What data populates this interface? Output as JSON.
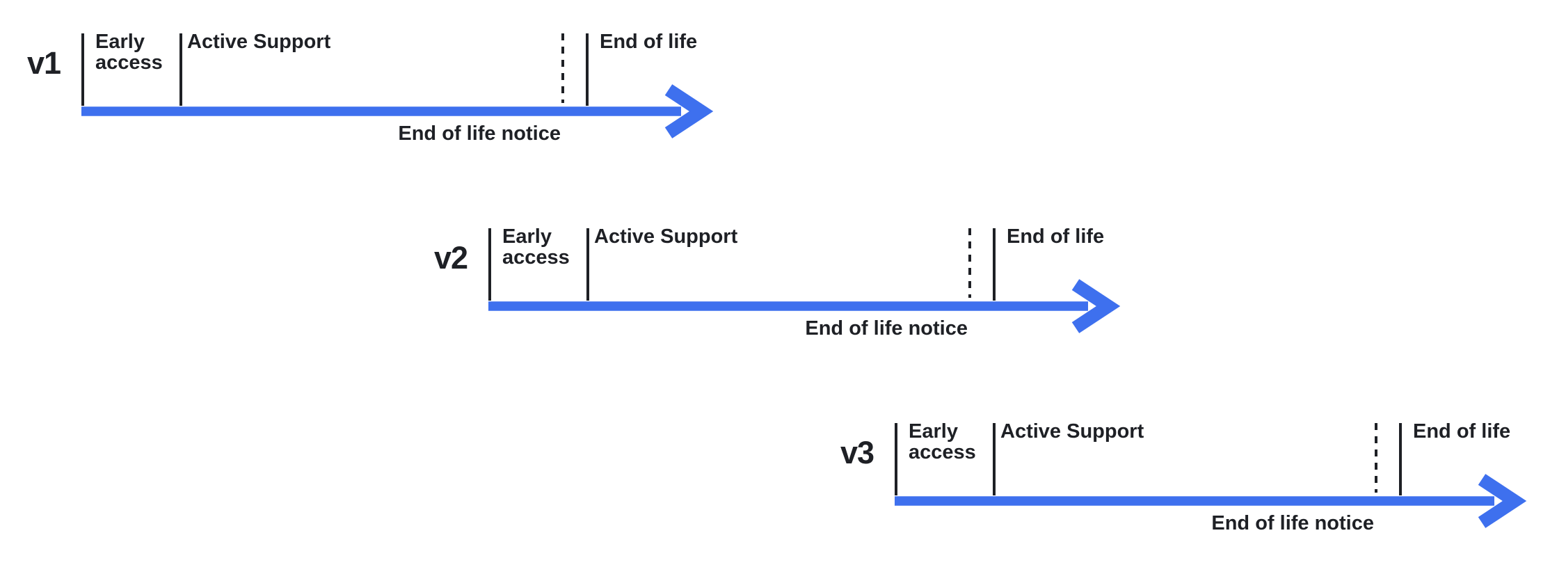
{
  "diagram": {
    "timelines": [
      {
        "version": "v1",
        "labels": {
          "early_access": "Early access",
          "active_support": "Active Support",
          "end_of_life": "End of life",
          "eol_notice": "End of life notice"
        }
      },
      {
        "version": "v2",
        "labels": {
          "early_access": "Early access",
          "active_support": "Active Support",
          "end_of_life": "End of life",
          "eol_notice": "End of life notice"
        }
      },
      {
        "version": "v3",
        "labels": {
          "early_access": "Early access",
          "active_support": "Active Support",
          "end_of_life": "End of life",
          "eol_notice": "End of life notice"
        }
      }
    ],
    "colors": {
      "arrow_blue": "#3e70ee",
      "line_dark": "#1e2025"
    }
  }
}
